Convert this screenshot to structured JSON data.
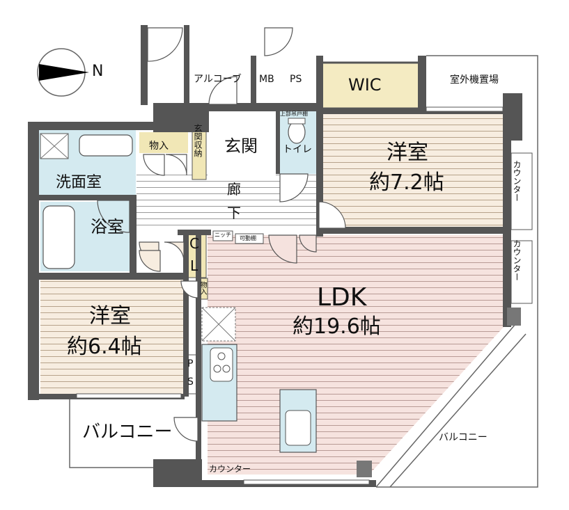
{
  "compass": {
    "label": "N"
  },
  "rooms": {
    "alcove": "アルコーブ",
    "mb": "MB",
    "ps_top": "PS",
    "wic": "WIC",
    "outdoor_unit": "室外機置場",
    "entrance": "玄関",
    "shoe_storage": "玄関収納",
    "storage_top": "物入",
    "wardrobe_hanger": "上部吊戸棚",
    "toilet": "トイレ",
    "washroom": "洗面室",
    "bath": "浴室",
    "corridor_a": "廊",
    "corridor_b": "下",
    "western1_name": "洋室",
    "western1_area": "約7.2帖",
    "counter_r1": "カウンター",
    "counter_r2": "カウンター",
    "cl_c": "C",
    "cl_l": "L",
    "niche": "ニッチ",
    "movable_shelf": "可動棚",
    "storage_small": "物入",
    "ldk_name": "LDK",
    "ldk_area": "約19.6帖",
    "western2_name": "洋室",
    "western2_area": "約6.4帖",
    "ps_p": "P",
    "ps_s": "S",
    "balcony_left": "バルコニー",
    "balcony_right": "バルコニー",
    "counter_bottom": "カウンター"
  },
  "colors": {
    "wall": "#555555",
    "wic_fill": "#f4ebc2",
    "ldk_fill": "#f5e2de",
    "western_fill": "#f6ecdf",
    "wet_fill": "#d4eaf0",
    "floor_lines": "#999999",
    "closet_fill": "#f1e7b6"
  }
}
